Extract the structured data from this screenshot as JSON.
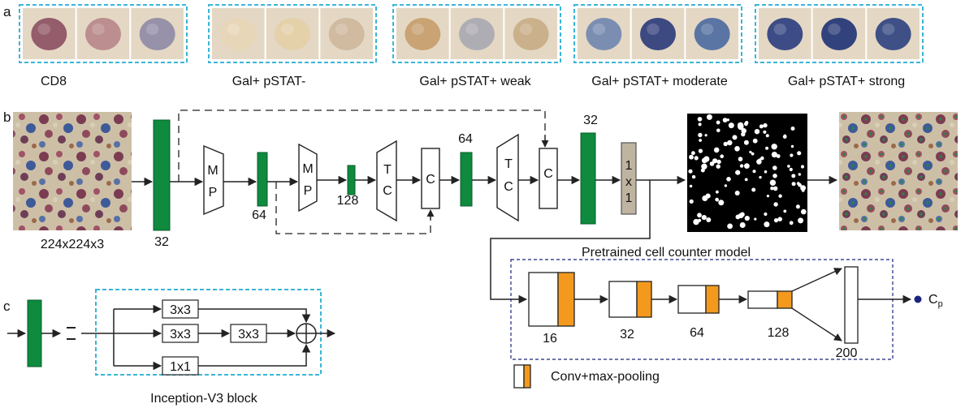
{
  "panels": {
    "a": "a",
    "b": "b",
    "c": "c"
  },
  "panel_a": {
    "groups": [
      {
        "label": "CD8"
      },
      {
        "label": "Gal+ pSTAT-"
      },
      {
        "label": "Gal+ pSTAT+ weak"
      },
      {
        "label": "Gal+ pSTAT+ moderate"
      },
      {
        "label": "Gal+ pSTAT+ strong"
      }
    ],
    "colors": {
      "frame": "#3bb5d8",
      "tiles": [
        [
          "#8c4f62",
          "#b7868a",
          "#8e8aa6"
        ],
        [
          "#e8d6b8",
          "#e3cfa6",
          "#cdb79c"
        ],
        [
          "#c79d6c",
          "#a9a8b2",
          "#c7ad86"
        ],
        [
          "#6f86b0",
          "#2a3a7a",
          "#4a6aa0"
        ],
        [
          "#2a3d80",
          "#1e3275",
          "#2b4180"
        ]
      ]
    }
  },
  "panel_b": {
    "input_label": "224x224x3",
    "labels": {
      "block1": "32",
      "mp": [
        "M",
        "P"
      ],
      "block2": "64",
      "block3": "128",
      "tc": [
        "T",
        "C"
      ],
      "c": "C",
      "block4": "64",
      "block5": "32",
      "conv1x1": [
        "1",
        "x",
        "1"
      ]
    },
    "colors": {
      "green": "#0f8a3f",
      "tan": "#bfb4a0",
      "density_bg": "#000000",
      "dot": "#ffffff",
      "orange": "#f39a1e",
      "marker": "#1a237e"
    }
  },
  "classifier": {
    "title": "Pretrained cell counter model",
    "block_labels": [
      "16",
      "32",
      "64",
      "128"
    ],
    "final_label": "200",
    "output_label": "C",
    "output_sub": "p",
    "legend_label": "Conv+max-pooling",
    "frame_color": "#1a237e"
  },
  "panel_c": {
    "kernels": [
      "3x3",
      "3x3",
      "3x3",
      "1x1"
    ],
    "caption": "Inception-V3 block",
    "frame_color": "#3bb5d8"
  }
}
